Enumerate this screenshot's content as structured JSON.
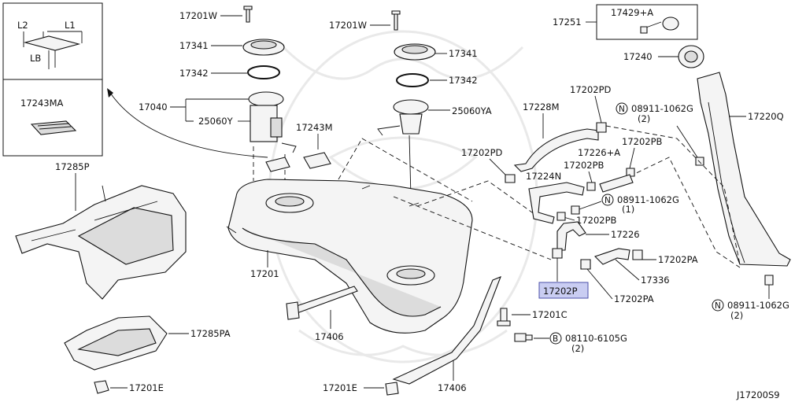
{
  "diagram_code": "J17200S9",
  "inset": {
    "dims": [
      "L2",
      "L1",
      "LB"
    ],
    "clip_part": "17243MA"
  },
  "parts": {
    "p17201W_left": "17201W",
    "p17341_left": "17341",
    "p17342_left": "17342",
    "p17040": "17040",
    "p25060Y": "25060Y",
    "p17243M": "17243M",
    "p17201W_right": "17201W",
    "p17341_right": "17341",
    "p17342_right": "17342",
    "p25060YA": "25060YA",
    "p17251": "17251",
    "p17429A": "17429+A",
    "p17240": "17240",
    "p17220Q": "17220Q",
    "p17228M": "17228M",
    "p17202PD_top": "17202PD",
    "p08911_a_code": "08911-1062G",
    "p08911_a_qty": "(2)",
    "p17226A": "17226+A",
    "p17202PB_top": "17202PB",
    "p17202PD_mid": "17202PD",
    "p17202PB_mid": "17202PB",
    "p17224N": "17224N",
    "p08911_b_code": "08911-1062G",
    "p08911_b_qty": "(1)",
    "p17202PB_low": "17202PB",
    "p17226": "17226",
    "p17202PA_right": "17202PA",
    "p17336": "17336",
    "p17202P": "17202P",
    "p17202PA_low": "17202PA",
    "p08911_c_code": "08911-1062G",
    "p08911_c_qty": "(2)",
    "p17285P": "17285P",
    "p17201": "17201",
    "p17201C": "17201C",
    "p08110_code": "08110-6105G",
    "p08110_qty": "(2)",
    "p17285PA": "17285PA",
    "p17406_left": "17406",
    "p17406_right": "17406",
    "p17201E_left": "17201E",
    "p17201E_right": "17201E"
  },
  "prefixes": {
    "n": "N",
    "b": "B"
  }
}
